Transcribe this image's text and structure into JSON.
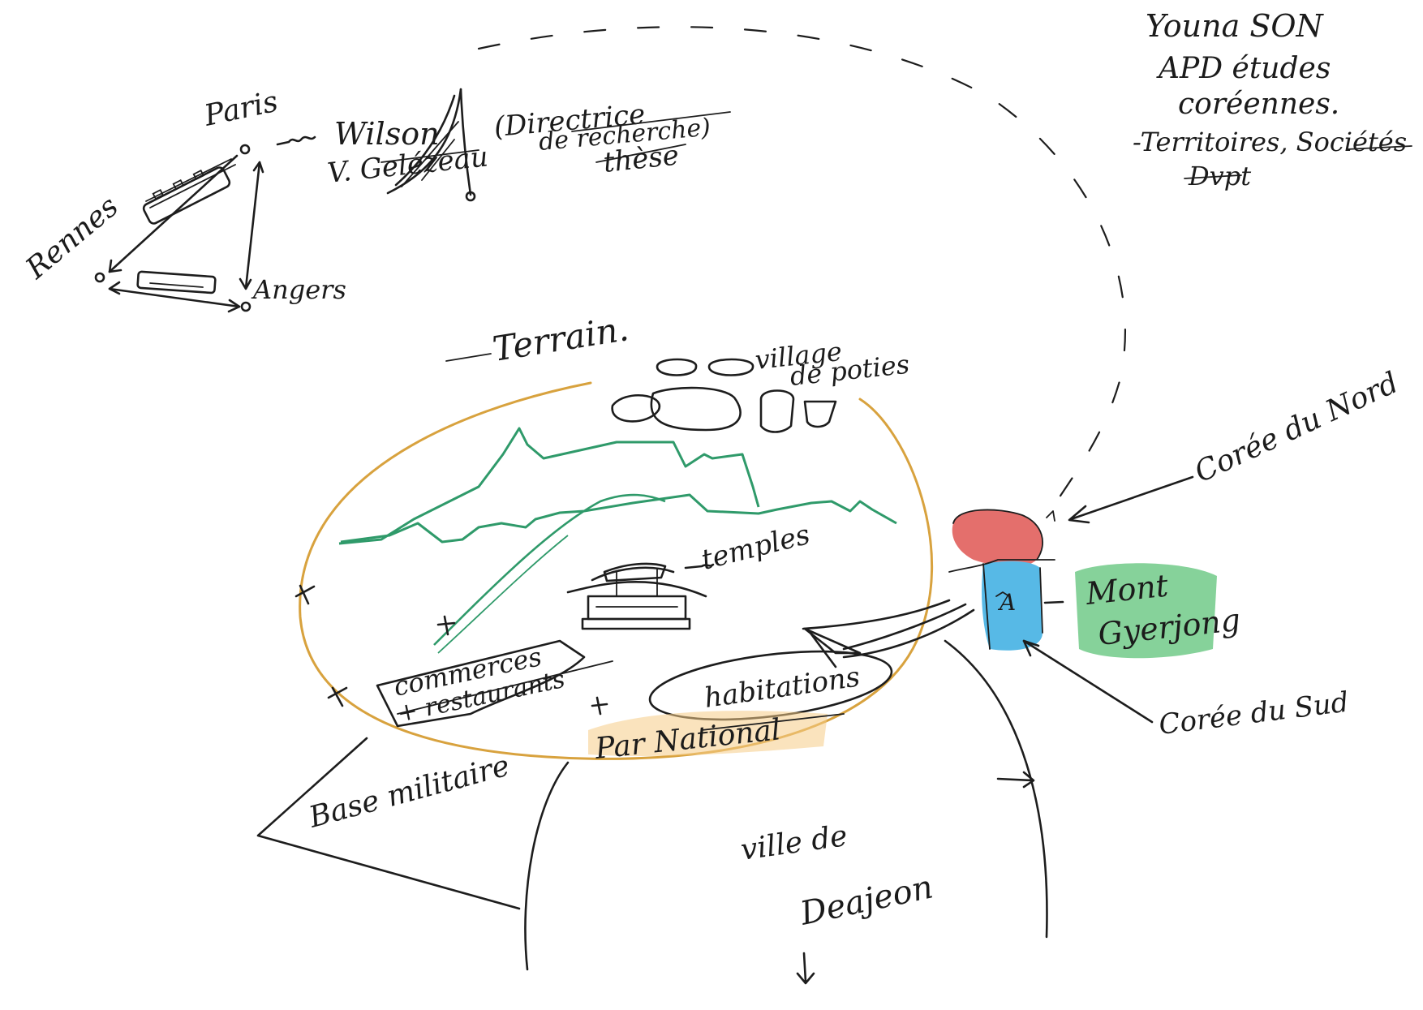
{
  "author": {
    "name": "Youna SON",
    "program": "APD études",
    "program2": "coréennes.",
    "field": "-Territoires, Sociétés",
    "field2": "Dvpt"
  },
  "network": {
    "paris": "Paris",
    "rennes": "Rennes",
    "angers": "Angers",
    "supervisor_1": "Wilson",
    "supervisor_2": "V. Gelézeau",
    "role_1": "(Directrice",
    "role_2": "de recherche)",
    "role_3": "thèse"
  },
  "terrain": {
    "title": "Terrain.",
    "village_1": "village",
    "village_2": "de poties",
    "temples": "temples",
    "commerces_1": "commerces",
    "commerces_2": "+ restaurants",
    "habitations": "habitations",
    "parc": "Par National",
    "base": "Base militaire",
    "ville_1": "ville de",
    "ville_2": "Deajeon",
    "mont_1": "Mont",
    "mont_2": "Gyerjong",
    "mont_marker": "A",
    "coree_nord": "Corée du Nord",
    "coree_sud": "Corée du Sud"
  },
  "colors": {
    "ink": "#1d1d1d",
    "park_outline": "#d8a23e",
    "mountain_green": "#2f9a6a",
    "north_korea": "#e46f6c",
    "south_korea": "#57b9e6",
    "mont_highlight": "#35b457"
  }
}
